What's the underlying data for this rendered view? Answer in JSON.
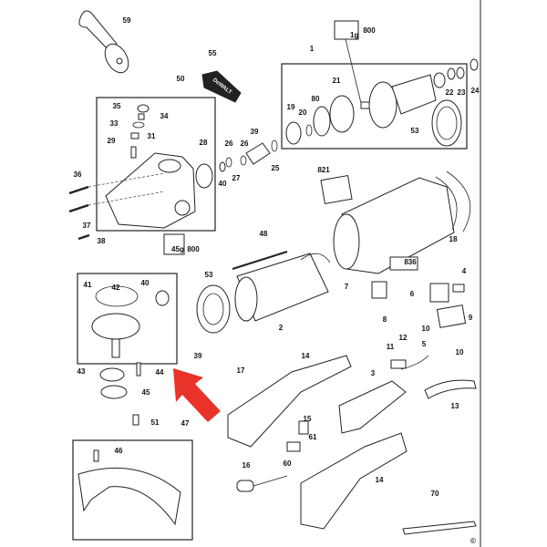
{
  "diagram": {
    "title": "Angle grinder exploded parts diagram",
    "labels": [
      "59",
      "55",
      "50",
      "35",
      "34",
      "33",
      "31",
      "29",
      "28",
      "26",
      "26",
      "39",
      "25",
      "40",
      "27",
      "36",
      "37",
      "38",
      "800",
      "800",
      "1",
      "21",
      "80",
      "19",
      "20",
      "22",
      "23",
      "24",
      "53",
      "821",
      "18",
      "48",
      "41",
      "42",
      "40",
      "53",
      "2",
      "39",
      "43",
      "44",
      "45",
      "17",
      "14",
      "51",
      "47",
      "46",
      "15",
      "61",
      "60",
      "16",
      "836",
      "4",
      "7",
      "6",
      "9",
      "8",
      "10",
      "10",
      "12",
      "11",
      "5",
      "3",
      "13",
      "14",
      "70"
    ],
    "grease_labels": [
      "45g",
      "1g"
    ],
    "logo_text": "DeWALT",
    "copyright": "©",
    "arrow_color": "#e8322a"
  }
}
